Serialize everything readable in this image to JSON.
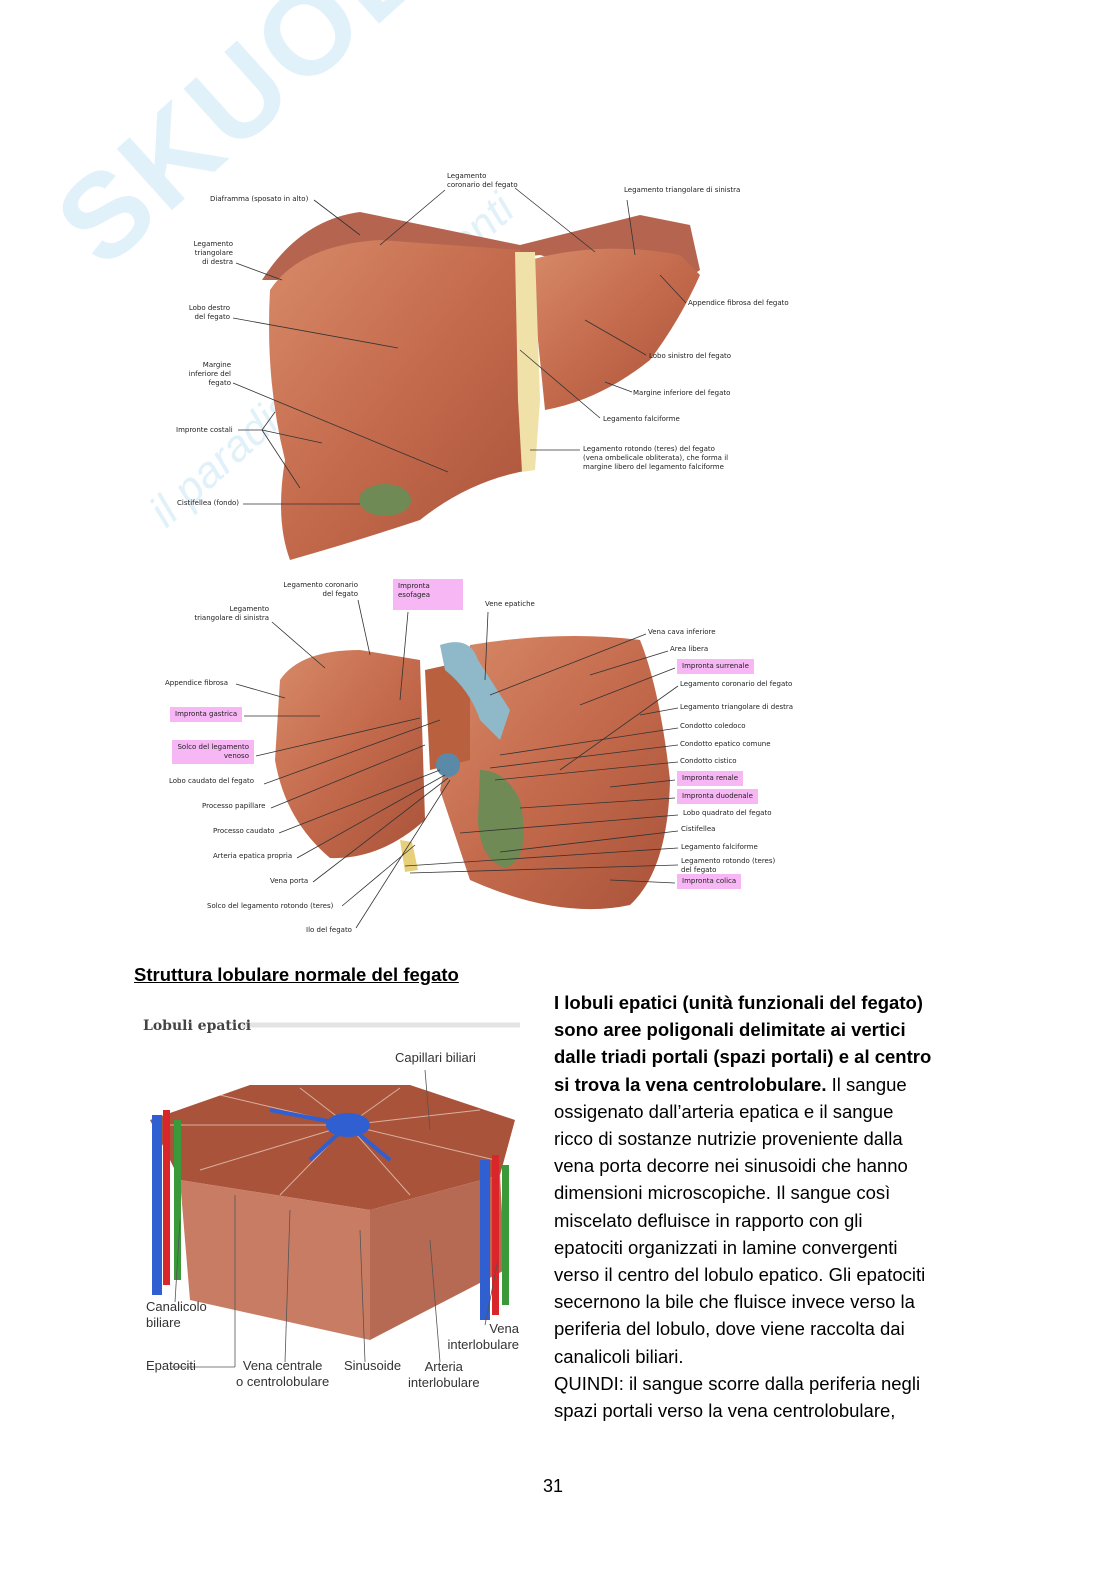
{
  "watermark": {
    "brand": "Skuola.net",
    "tagline": "il paradiso degli studenti"
  },
  "figure_top": {
    "labels": {
      "diaframma": "Diaframma (sposato in alto)",
      "leg_coronario": [
        "Legamento",
        "coronario del fegato"
      ],
      "leg_triang_sx": "Legamento triangolare di sinistra",
      "leg_triang_dx": [
        "Legamento",
        "triangolare",
        "di destra"
      ],
      "lobo_destro": [
        "Lobo destro",
        "del fegato"
      ],
      "appendice": "Appendice fibrosa del fegato",
      "lobo_sinistro": "Lobo sinistro del fegato",
      "margine_sx": [
        "Margine",
        "inferiore del",
        "fegato"
      ],
      "margine_dx": "Margine inferiore del fegato",
      "falciforme": "Legamento falciforme",
      "impronte_costali": "Impronte costali",
      "leg_rotondo": [
        "Legamento rotondo (teres) del fegato",
        "(vena ombelicale obliterata), che forma il",
        "margine libero del legamento falciforme"
      ],
      "cistifellea": "Cistifellea (fondo)"
    }
  },
  "figure_bottom": {
    "labels": {
      "leg_coronario": [
        "Legamento coronario",
        "del fegato"
      ],
      "impronta_esofagea": [
        "Impronta",
        "esofagea"
      ],
      "vene_epatiche": "Vene epatiche",
      "leg_triang_sx": [
        "Legamento",
        "triangolare di sinistra"
      ],
      "vena_cava": "Vena cava inferiore",
      "area_libera": "Area libera",
      "impronta_surrenale": "Impronta surrenale",
      "appendice": "Appendice fibrosa",
      "leg_coronario_dx": "Legamento coronario del fegato",
      "impronta_gastrica": "Impronta gastrica",
      "leg_triang_dx": "Legamento triangolare di destra",
      "coledoco": "Condotto coledoco",
      "solco_venoso": [
        "Solco del legamento",
        "venoso"
      ],
      "epatico_comune": "Condotto epatico comune",
      "cistico": "Condotto cistico",
      "impronta_renale": "Impronta renale",
      "lobo_caudato": "Lobo caudato del fegato",
      "impronta_duodenale": "Impronta duodenale",
      "processo_papillare": "Processo papillare",
      "lobo_quadrato": "Lobo quadrato del fegato",
      "cistifellea": "Cistifellea",
      "processo_caudato": "Processo caudato",
      "falciforme": "Legamento falciforme",
      "arteria": "Arteria epatica propria",
      "leg_rotondo": [
        "Legamento rotondo (teres)",
        "del fegato"
      ],
      "impronta_colica": "Impronta colica",
      "vena_porta": "Vena porta",
      "solco_rotondo": "Solco del legamento rotondo (teres)",
      "ilo": "Ilo del fegato"
    }
  },
  "section_title": "Struttura lobulare normale del fegato",
  "lobule_figure": {
    "title": "Lobuli epatici",
    "labels": {
      "capillari": "Capillari biliari",
      "canalicolo": [
        "Canalicolo",
        "biliare"
      ],
      "vena_interlobulare": [
        "Vena",
        "interlobulare"
      ],
      "epatociti": "Epatociti",
      "vena_centrale": [
        "Vena centrale",
        "o centrolobulare"
      ],
      "sinusoide": "Sinusoide",
      "arteria": [
        "Arteria",
        "interlobulare"
      ]
    }
  },
  "body_lines": [
    {
      "bold": "I lobuli epatici (unità funzionali del fegato)",
      "normal": ""
    },
    {
      "bold": "sono aree poligonali delimitate ai vertici",
      "normal": ""
    },
    {
      "bold": "dalle triadi portali (spazi portali) e al centro",
      "normal": ""
    },
    {
      "bold": "si trova la vena centrolobulare.",
      "normal": " Il sangue"
    },
    {
      "bold": "",
      "normal": "ossigenato dall’arteria epatica e il sangue"
    },
    {
      "bold": "",
      "normal": "ricco di sostanze nutrizie proveniente dalla"
    },
    {
      "bold": "",
      "normal": "vena porta decorre nei sinusoidi che hanno"
    },
    {
      "bold": "",
      "normal": "dimensioni microscopiche. Il sangue così"
    },
    {
      "bold": "",
      "normal": "miscelato defluisce in rapporto con gli"
    },
    {
      "bold": "",
      "normal": "epatociti organizzati in lamine convergenti"
    },
    {
      "bold": "",
      "normal": "verso il centro del lobulo epatico. Gli epatociti"
    },
    {
      "bold": "",
      "normal": "secernono la bile che fluisce invece verso la"
    },
    {
      "bold": "",
      "normal": "periferia del lobulo, dove viene raccolta dai"
    },
    {
      "bold": "",
      "normal": "canalicoli biliari."
    },
    {
      "bold": "",
      "normal": "QUINDI: il sangue scorre dalla periferia negli"
    },
    {
      "bold": "",
      "normal": "spazi portali verso la vena centrolobulare,"
    }
  ],
  "page_number": "31",
  "colors": {
    "liver": "#c46a4c",
    "liver_dark": "#9e4b35",
    "highlight": "#f7b6f4",
    "gallbladder": "#6f8a55",
    "vein": "#8fb8c8"
  }
}
